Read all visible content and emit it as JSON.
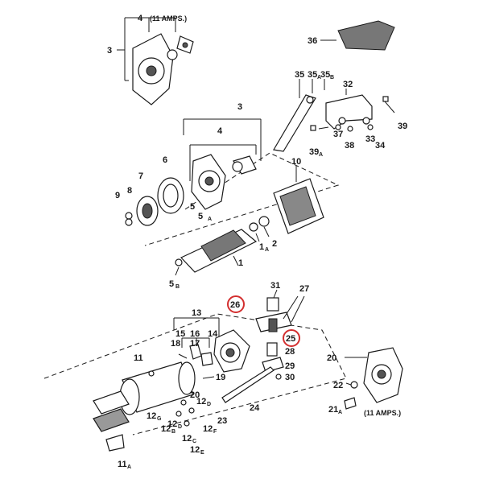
{
  "diagram": {
    "accent_color": "#d32f2f",
    "amps_note": "(11 AMPS.)",
    "labels": {
      "p1": "1",
      "p1a": "1",
      "p1a_sub": "A",
      "p2": "2",
      "p3a": "3",
      "p3b": "3",
      "p4a": "4",
      "p4b": "4",
      "p5": "5",
      "p5a": "5",
      "p5a_sub": "A",
      "p5b": "5",
      "p5b_sub": "B",
      "p6": "6",
      "p7": "7",
      "p8": "8",
      "p9": "9",
      "p10": "10",
      "p11": "11",
      "p11a": "11",
      "p11a_sub": "A",
      "p12b": "12",
      "p12b_sub": "B",
      "p12c": "12",
      "p12c_sub": "C",
      "p12d": "12",
      "p12d_sub": "D",
      "p12e": "12",
      "p12e_sub": "E",
      "p12f": "12",
      "p12f_sub": "F",
      "p12g": "12",
      "p12g_sub": "G",
      "p13": "13",
      "p14": "14",
      "p15": "15",
      "p16": "16",
      "p17": "17",
      "p18": "18",
      "p19": "19",
      "p20a": "20",
      "p20b": "20",
      "p21": "21",
      "p21_sub": "A",
      "p22": "22",
      "p23": "23",
      "p24": "24",
      "p25": "25",
      "p26": "26",
      "p27": "27",
      "p28": "28",
      "p29": "29",
      "p30": "30",
      "p31": "31",
      "p32": "32",
      "p33": "33",
      "p34": "34",
      "p35": "35",
      "p35a": "35",
      "p35a_sub": "A",
      "p35b": "35",
      "p35b_sub": "B",
      "p36": "36",
      "p37": "37",
      "p38": "38",
      "p39": "39",
      "p39a": "39",
      "p39a_sub": "A"
    }
  }
}
